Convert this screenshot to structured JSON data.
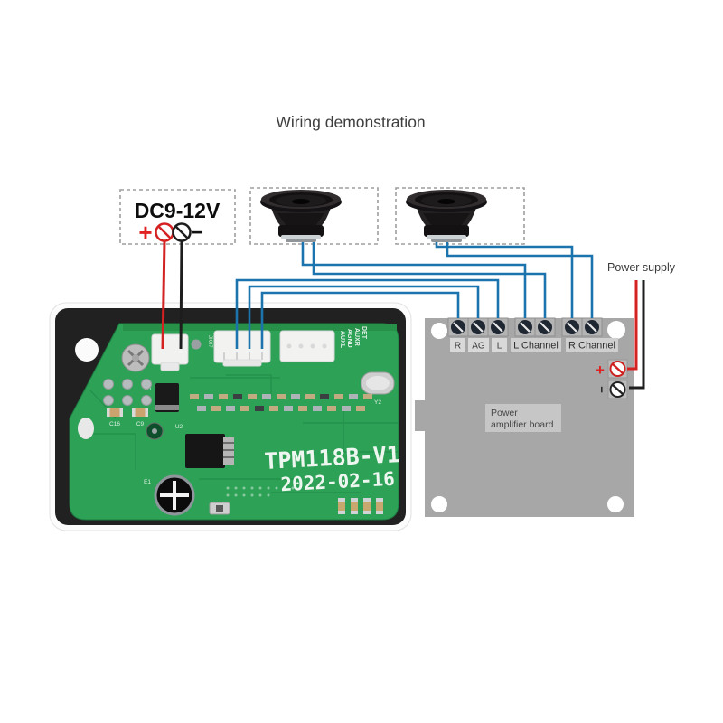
{
  "title": "Wiring demonstration",
  "dc_input": {
    "label": "DC9-12V",
    "plus": "+",
    "minus": "−"
  },
  "power_supply": {
    "label": "Power supply",
    "plus": "+",
    "minus": "−"
  },
  "amplifier": {
    "terminal_labels": [
      "R",
      "AG",
      "L"
    ],
    "left_channel_label": "L Channel",
    "right_channel_label": "R Channel",
    "board_label_line1": "Power",
    "board_label_line2": "amplifier board"
  },
  "pcb": {
    "model": "TPM118B-V1",
    "date": "2022-02-16",
    "port_labels": [
      "DET",
      "AUXR",
      "AGND",
      "AUXL"
    ],
    "component_refs": {
      "diode": "D1",
      "cap_c16": "C16",
      "cap_c9": "C9",
      "ic": "U2",
      "crystal": "Y2",
      "ecap": "E1",
      "jack": "JK07"
    }
  },
  "colors": {
    "wire_blue": "#1b74ad",
    "wire_red": "#d42121",
    "wire_black": "#1d1d1d",
    "pcb_green": "#2da156",
    "amp_board_gray": "#a7a7a7",
    "accent_red": "#e02222"
  }
}
